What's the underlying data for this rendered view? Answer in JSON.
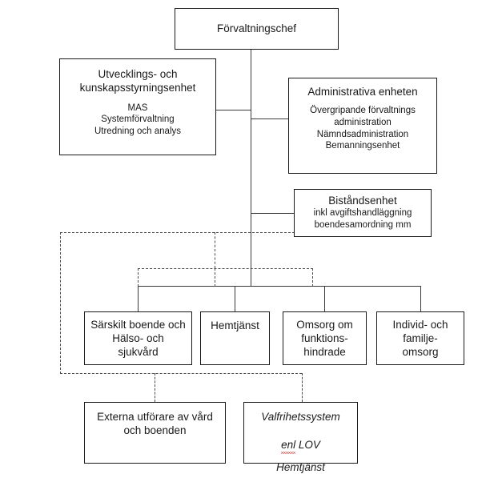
{
  "chart_data": {
    "type": "diagram",
    "title": "Förvaltningsorganisation",
    "nodes": {
      "director": {
        "title": "Förvaltningschef",
        "sub": ""
      },
      "development_unit": {
        "title": "Utvecklings- och\nkunskapsstyrningsenhet",
        "sub": "MAS\nSystemförvaltning\nUtredning och analys"
      },
      "administrative_unit": {
        "title": "Administrativa enheten",
        "sub": "Övergripande förvaltnings\nadministration\nNämndsadministration\nBemanningsenhet"
      },
      "assistance_unit": {
        "title": "Biståndsenhet",
        "sub": "inkl avgiftshandläggning\nboendesamordning mm"
      },
      "special_housing": {
        "title": "Särskilt boende och\nHälso- och\nsjukvård",
        "sub": ""
      },
      "home_care": {
        "title": "Hemtjänst",
        "sub": ""
      },
      "disability_care": {
        "title": "Omsorg om\nfunktions-\nhindrade",
        "sub": ""
      },
      "family_care": {
        "title": "Individ- och\nfamilje-\nomsorg",
        "sub": ""
      },
      "external_providers": {
        "title": "Externa utförare av vård\noch boenden",
        "sub": ""
      },
      "freedom_of_choice": {
        "title": "Valfrihetssystem",
        "line2_prefix": "enl",
        "line2_rest": " LOV",
        "sub": "Hemtjänst"
      }
    },
    "colors": {
      "line": "#3a3a3a",
      "dashed_line": "#4a4a4a",
      "border": "#1a1a1a",
      "text": "#1a1a1a",
      "background": "#ffffff",
      "spellcheck_underline": "#e01b1b"
    }
  }
}
